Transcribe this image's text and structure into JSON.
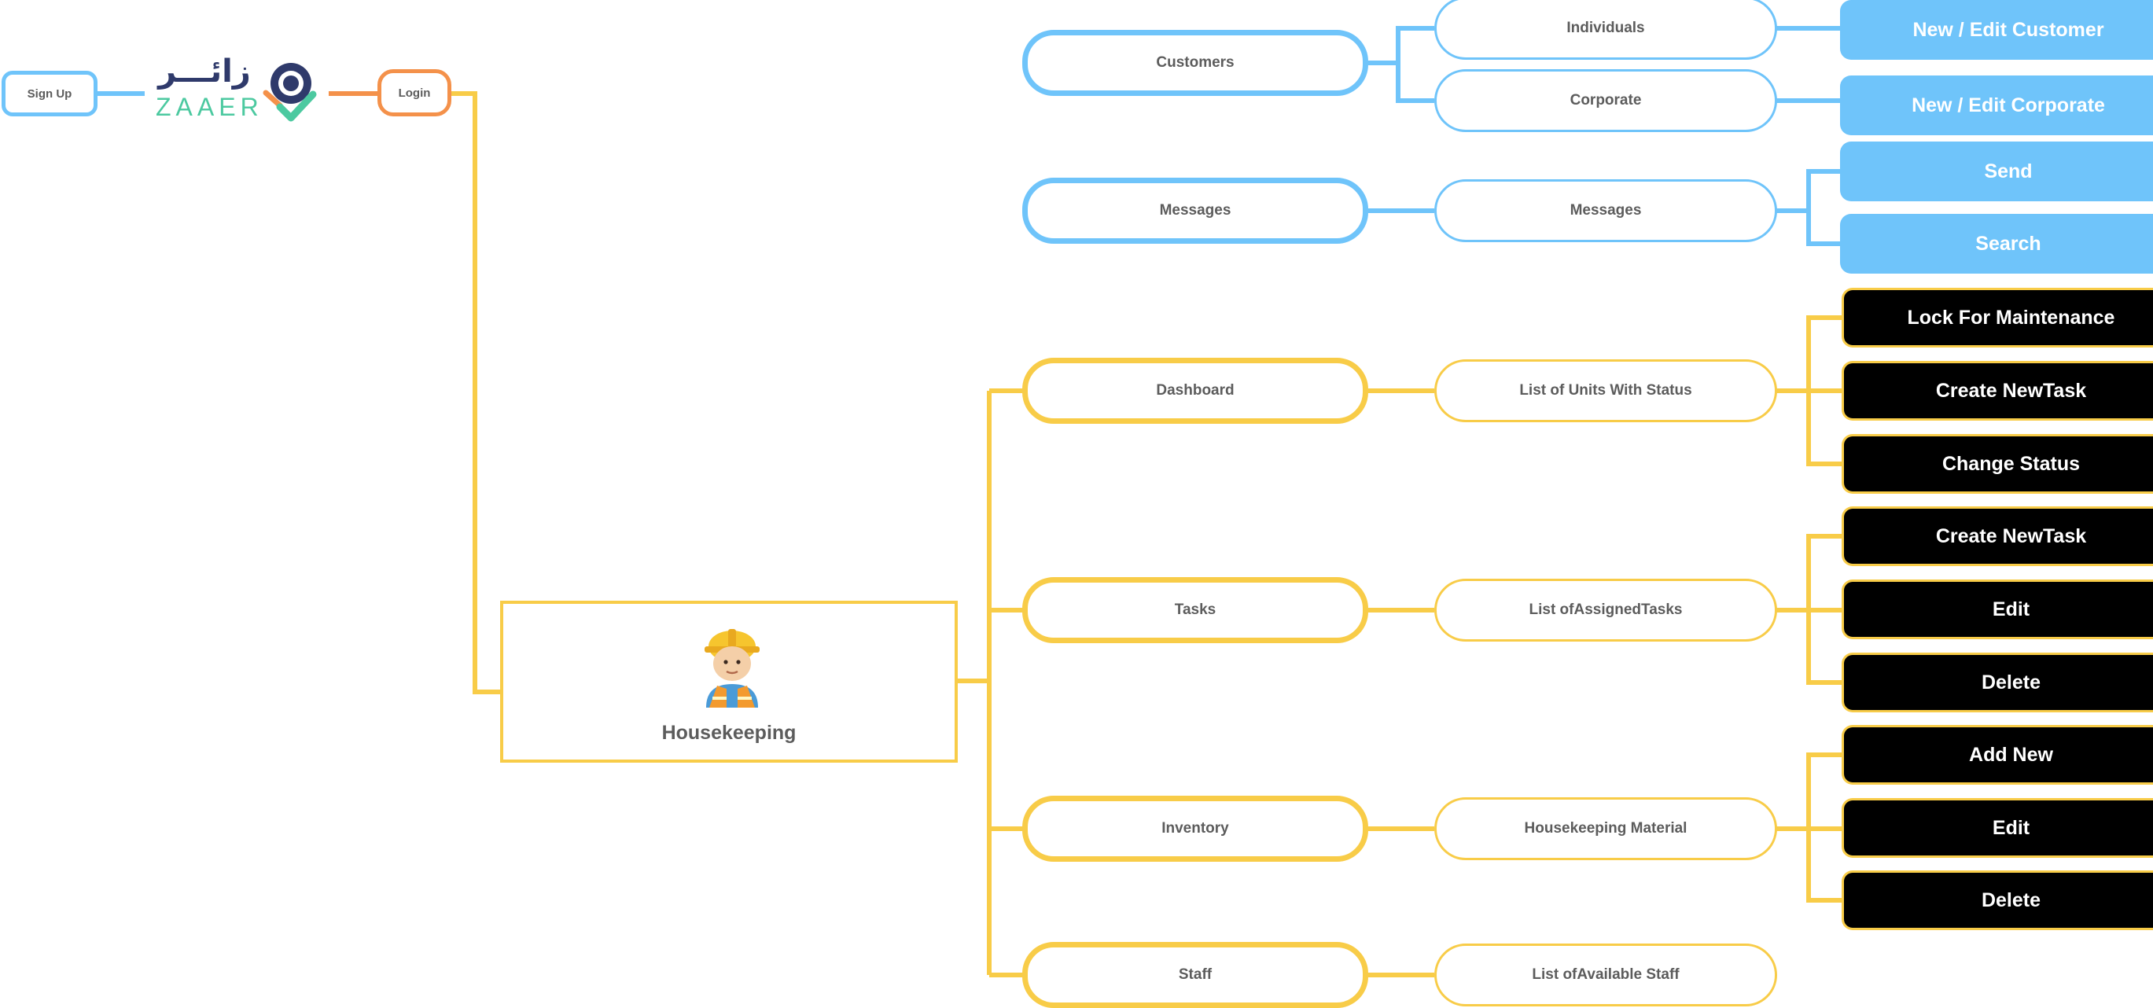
{
  "colors": {
    "blue": "#6fc4fa",
    "yellow": "#f8cc48",
    "orange": "#f4914a",
    "black": "#000000",
    "text_gray": "#5c5c5c",
    "logo_navy": "#2f3a6b",
    "logo_green": "#4cc9a0"
  },
  "logo": {
    "arabic": "زائـــر",
    "latin": "ZAAER",
    "icon": "location-pin-check-icon"
  },
  "auth": {
    "signup": "Sign Up",
    "login": "Login"
  },
  "root": {
    "label": "Housekeeping",
    "icon": "construction-worker-icon"
  },
  "sections": [
    {
      "label": "Customers",
      "color": "blue",
      "children": [
        {
          "label": "Individuals",
          "actions": [
            "New / Edit Customer"
          ]
        },
        {
          "label": "Corporate",
          "actions": [
            "New / Edit Corporate"
          ]
        }
      ]
    },
    {
      "label": "Messages",
      "color": "blue",
      "children": [
        {
          "label": "Messages",
          "actions": [
            "Send",
            "Search"
          ]
        }
      ]
    },
    {
      "label": "Dashboard",
      "color": "yellow",
      "children": [
        {
          "label": "List of Units With Status",
          "actions": [
            "Lock For Maintenance",
            "Create NewTask",
            "Change Status"
          ]
        }
      ]
    },
    {
      "label": "Tasks",
      "color": "yellow",
      "children": [
        {
          "label": "List ofAssignedTasks",
          "actions": [
            "Create NewTask",
            "Edit",
            "Delete"
          ]
        }
      ]
    },
    {
      "label": "Inventory",
      "color": "yellow",
      "children": [
        {
          "label": "Housekeeping Material",
          "actions": [
            "Add New",
            "Edit",
            "Delete"
          ]
        }
      ]
    },
    {
      "label": "Staff",
      "color": "yellow",
      "children": [
        {
          "label": "List ofAvailable Staff",
          "actions": []
        }
      ]
    }
  ]
}
